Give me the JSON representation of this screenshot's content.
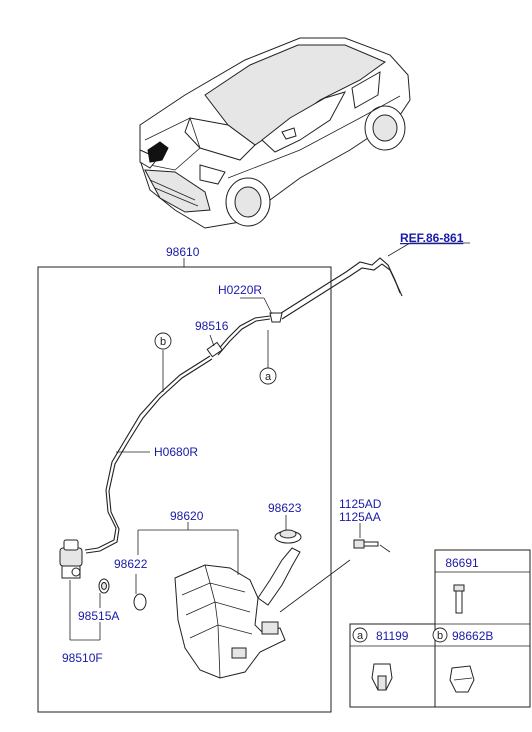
{
  "parts": {
    "p98610": "98610",
    "pRef": "REF.86-861",
    "pH0220R": "H0220R",
    "p98516": "98516",
    "pH0680R": "H0680R",
    "p98620": "98620",
    "p98623": "98623",
    "p1125AD": "1125AD",
    "p1125AA": "1125AA",
    "p98622": "98622",
    "p98515A": "98515A",
    "p98510F": "98510F",
    "p86691": "86691",
    "p81199": "81199",
    "p98662B": "98662B"
  },
  "callouts": {
    "a": "a",
    "b": "b"
  }
}
